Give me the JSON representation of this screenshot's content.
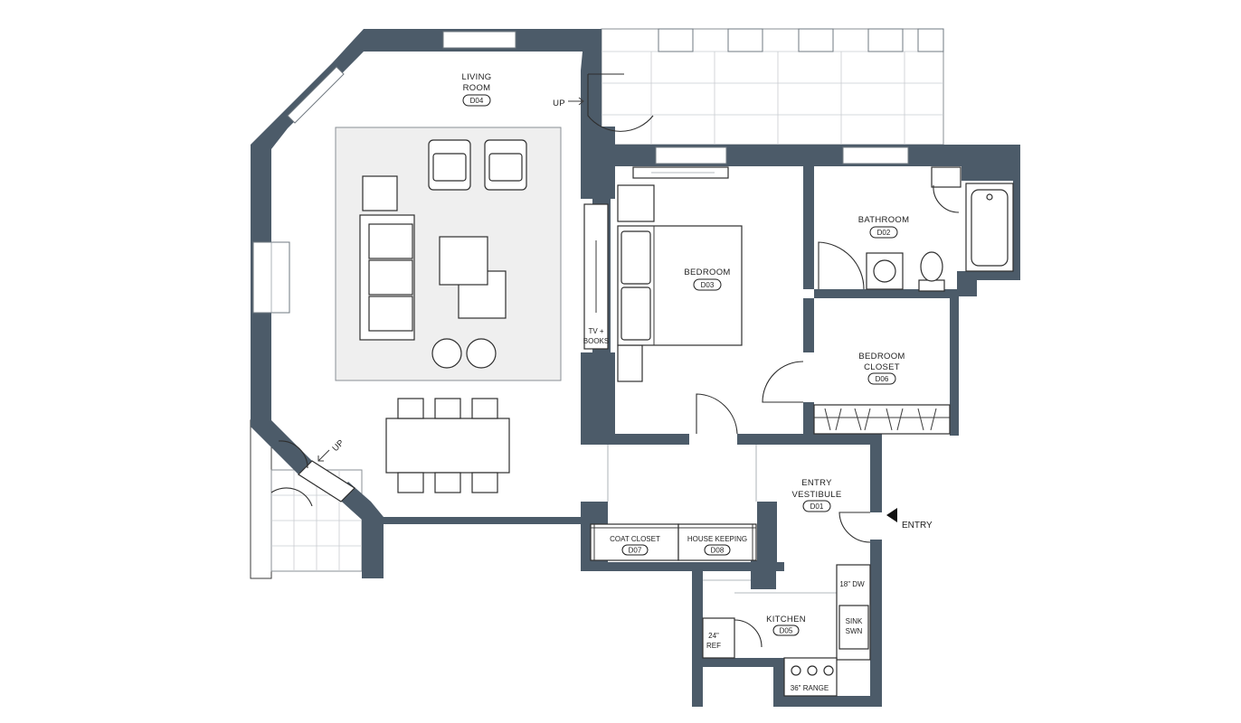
{
  "rooms": {
    "living": {
      "name_line1": "LIVING",
      "name_line2": "ROOM",
      "code": "D04"
    },
    "bedroom": {
      "name": "BEDROOM",
      "code": "D03"
    },
    "bathroom": {
      "name": "BATHROOM",
      "code": "D02"
    },
    "bedroom_closet": {
      "name_line1": "BEDROOM",
      "name_line2": "CLOSET",
      "code": "D06"
    },
    "entry_vestibule": {
      "name_line1": "ENTRY",
      "name_line2": "VESTIBULE",
      "code": "D01"
    },
    "coat_closet": {
      "name": "COAT CLOSET",
      "code": "D07"
    },
    "house_keeping": {
      "name": "HOUSE KEEPING",
      "code": "D08"
    },
    "kitchen": {
      "name": "KITCHEN",
      "code": "D05"
    }
  },
  "labels": {
    "up_top": "UP",
    "up_lower": "UP",
    "tv_books_line1": "TV +",
    "tv_books_line2": "BOOKS",
    "entry": "ENTRY",
    "dw": "18\" DW",
    "sink_line1": "SINK",
    "sink_line2": "SWN",
    "ref_line1": "24\"",
    "ref_line2": "REF",
    "range": "36\" RANGE"
  },
  "colors": {
    "wall": "#4c5b69",
    "rug": "#efefef",
    "background": "#ffffff"
  }
}
